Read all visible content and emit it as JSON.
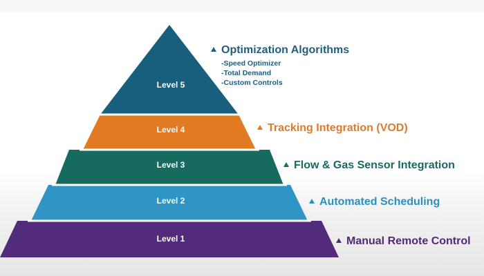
{
  "colors": {
    "level5": "#175f7d",
    "level4": "#e07a23",
    "level3": "#166a5e",
    "level2": "#2e95c4",
    "level1": "#522b7a",
    "separator": "#ffffff"
  },
  "levels": [
    {
      "id": "level5",
      "label": "Level 5",
      "annotation": "Optimization Algorithms",
      "annotation_color": "#1f5e7e",
      "icon": "triangle-bullet-icon"
    },
    {
      "id": "level4",
      "label": "Level 4",
      "annotation": "Tracking Integration (VOD)",
      "annotation_color": "#df7a2a",
      "icon": "triangle-bullet-icon"
    },
    {
      "id": "level3",
      "label": "Level 3",
      "annotation": "Flow & Gas Sensor Integration",
      "annotation_color": "#176a5d",
      "icon": "triangle-bullet-icon"
    },
    {
      "id": "level2",
      "label": "Level 2",
      "annotation": "Automated Scheduling",
      "annotation_color": "#2a90c0",
      "icon": "triangle-bullet-icon"
    },
    {
      "id": "level1",
      "label": "Level 1",
      "annotation": "Manual Remote Control",
      "annotation_color": "#4e2a78",
      "icon": "triangle-bullet-icon"
    }
  ],
  "level5_details": [
    "-Speed Optimizer",
    "-Total Demand",
    "-Custom Controls"
  ]
}
